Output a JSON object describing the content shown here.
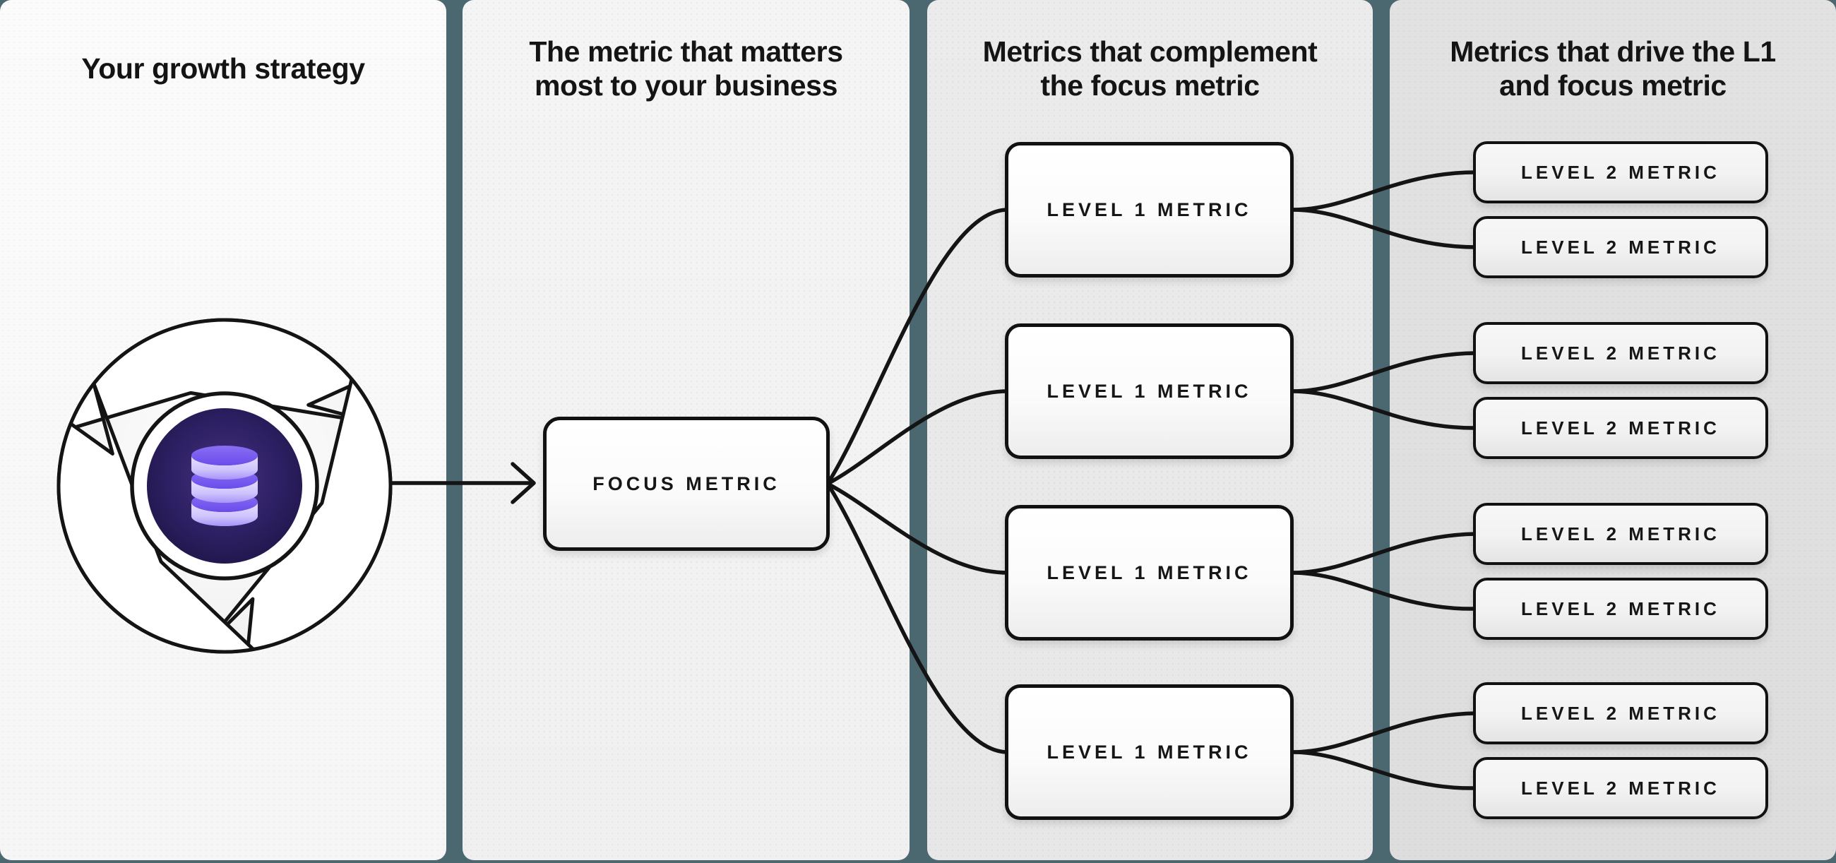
{
  "diagram": {
    "background_color": "#4b6770",
    "line_color": "#141414",
    "accent_purple": "#7659ef",
    "hub_indigo": "#2a1d5c",
    "panel_colors": [
      "#f9f9f9",
      "#f2f2f2",
      "#e9e9e9",
      "#dfdfdf"
    ],
    "icons": [
      "flywheel-icon",
      "database-icon",
      "arrow-right-icon"
    ],
    "columns": [
      {
        "title": "Your growth strategy"
      },
      {
        "title": "The metric that matters\nmost to your business",
        "boxes": [
          {
            "label": "FOCUS METRIC"
          }
        ]
      },
      {
        "title": "Metrics that complement\nthe focus metric",
        "boxes": [
          {
            "label": "LEVEL 1 METRIC"
          },
          {
            "label": "LEVEL 1 METRIC"
          },
          {
            "label": "LEVEL 1 METRIC"
          },
          {
            "label": "LEVEL 1 METRIC"
          }
        ]
      },
      {
        "title": "Metrics that drive the L1\nand focus metric",
        "boxes": [
          {
            "label": "LEVEL 2 METRIC"
          },
          {
            "label": "LEVEL 2 METRIC"
          },
          {
            "label": "LEVEL 2 METRIC"
          },
          {
            "label": "LEVEL 2 METRIC"
          },
          {
            "label": "LEVEL 2 METRIC"
          },
          {
            "label": "LEVEL 2 METRIC"
          },
          {
            "label": "LEVEL 2 METRIC"
          },
          {
            "label": "LEVEL 2 METRIC"
          }
        ]
      }
    ]
  }
}
